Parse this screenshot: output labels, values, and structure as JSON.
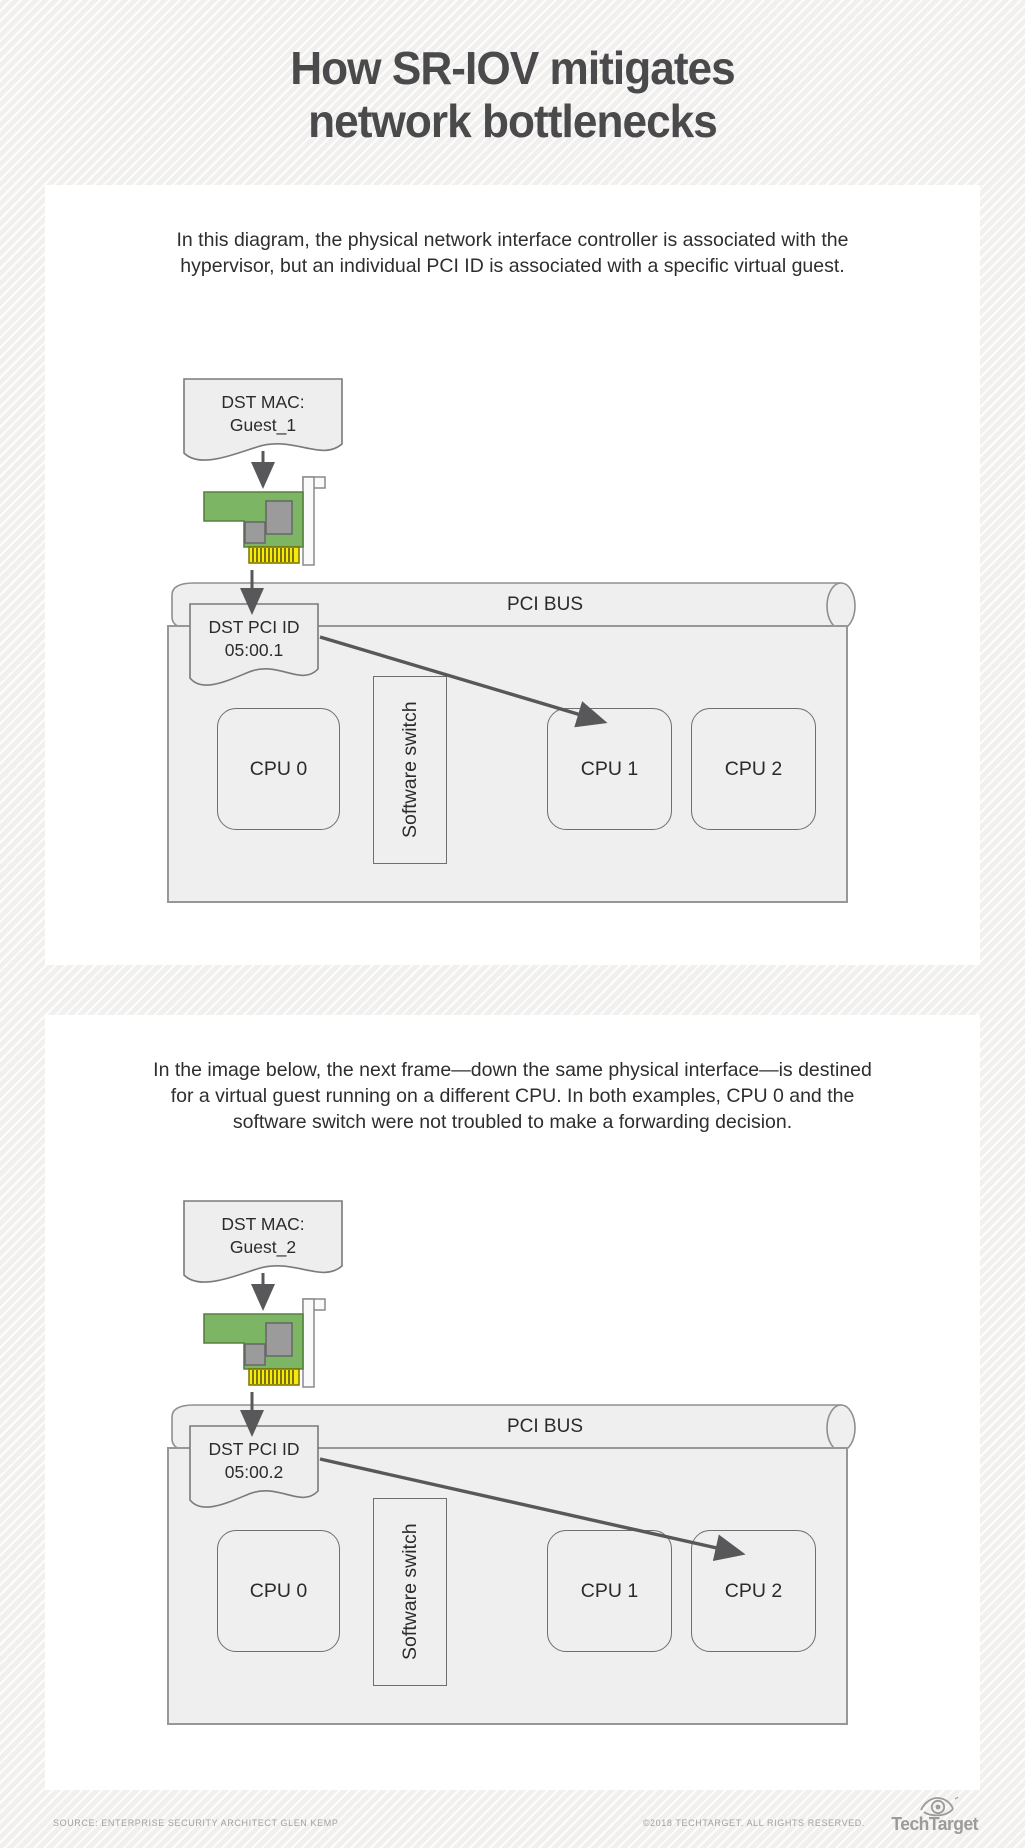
{
  "title": {
    "line1": "How SR-IOV mitigates",
    "line2": "network bottlenecks"
  },
  "panels": [
    {
      "paragraph": "In this diagram, the physical network interface controller is associated with the hypervisor, but an individual PCI ID is associated with a specific virtual guest.",
      "dst_mac": {
        "line1": "DST MAC:",
        "line2": "Guest_1"
      },
      "nic_icon": "network-interface-card-icon",
      "bus_label": "PCI BUS",
      "dst_pci": {
        "line1": "DST PCI ID",
        "line2": "05:00.1"
      },
      "switch_label": "Software switch",
      "cpus": [
        "CPU 0",
        "CPU 1",
        "CPU 2"
      ],
      "arrow_target": "CPU 1"
    },
    {
      "paragraph": "In the image below, the next frame—down the same physical interface—is destined for a virtual guest running on a different CPU. In both examples, CPU 0 and the software switch were not troubled to make a forwarding decision.",
      "dst_mac": {
        "line1": "DST MAC:",
        "line2": "Guest_2"
      },
      "nic_icon": "network-interface-card-icon",
      "bus_label": "PCI BUS",
      "dst_pci": {
        "line1": "DST PCI ID",
        "line2": "05:00.2"
      },
      "switch_label": "Software switch",
      "cpus": [
        "CPU 0",
        "CPU 1",
        "CPU 2"
      ],
      "arrow_target": "CPU 2"
    }
  ],
  "footer": {
    "source": "SOURCE: ENTERPRISE SECURITY ARCHITECT GLEN KEMP",
    "copyright": "©2018 TECHTARGET. ALL RIGHTS RESERVED.",
    "brand": "TechTarget",
    "brand_icon": "eye-icon"
  },
  "colors": {
    "background": "#f1f0ef",
    "panel": "#ffffff",
    "title_text": "#4a4a4c",
    "shape_fill": "#efefef",
    "shape_border": "#7a7a7a",
    "arrow": "#58585a",
    "nic_green": "#7cb563",
    "nic_chip_gray": "#9b9b9b",
    "nic_connector_yellow": "#f6e90e",
    "footer_text": "#a3a19f"
  }
}
